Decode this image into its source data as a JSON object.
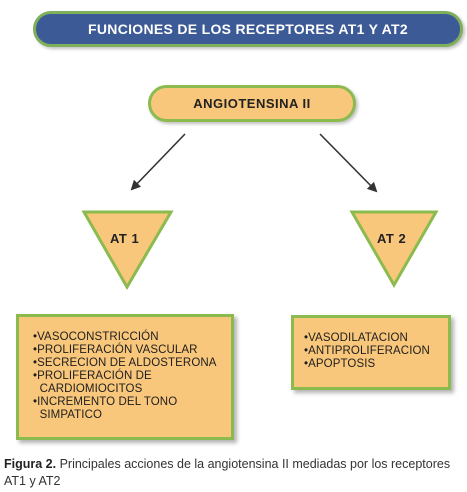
{
  "title": "FUNCIONES DE LOS RECEPTORES AT1 Y AT2",
  "root": {
    "label": "ANGIOTENSINA II"
  },
  "receptors": [
    {
      "label": "AT 1",
      "functions": [
        "•VASOCONSTRICCIÓN",
        "•PROLIFERACIÓN VASCULAR",
        "•SECRECION DE ALDOSTERONA",
        "•PROLIFERACIÓN DE",
        "  CARDIOMIOCITOS",
        "•INCREMENTO DEL TONO",
        "  SIMPATICO"
      ]
    },
    {
      "label": "AT 2",
      "functions": [
        "•VASODILATACION",
        "•ANTIPROLIFERACION",
        "•APOPTOSIS"
      ]
    }
  ],
  "caption": {
    "figure_label": "Figura 2.",
    "text": "Principales acciones de la angiotensina II mediadas por los receptores AT1 y AT2"
  },
  "colors": {
    "banner_fill": "#3c5a95",
    "banner_border": "#7eaf5a",
    "shape_fill": "#f9c77b",
    "shape_border": "#8bbb4e",
    "arrow": "#333333"
  }
}
